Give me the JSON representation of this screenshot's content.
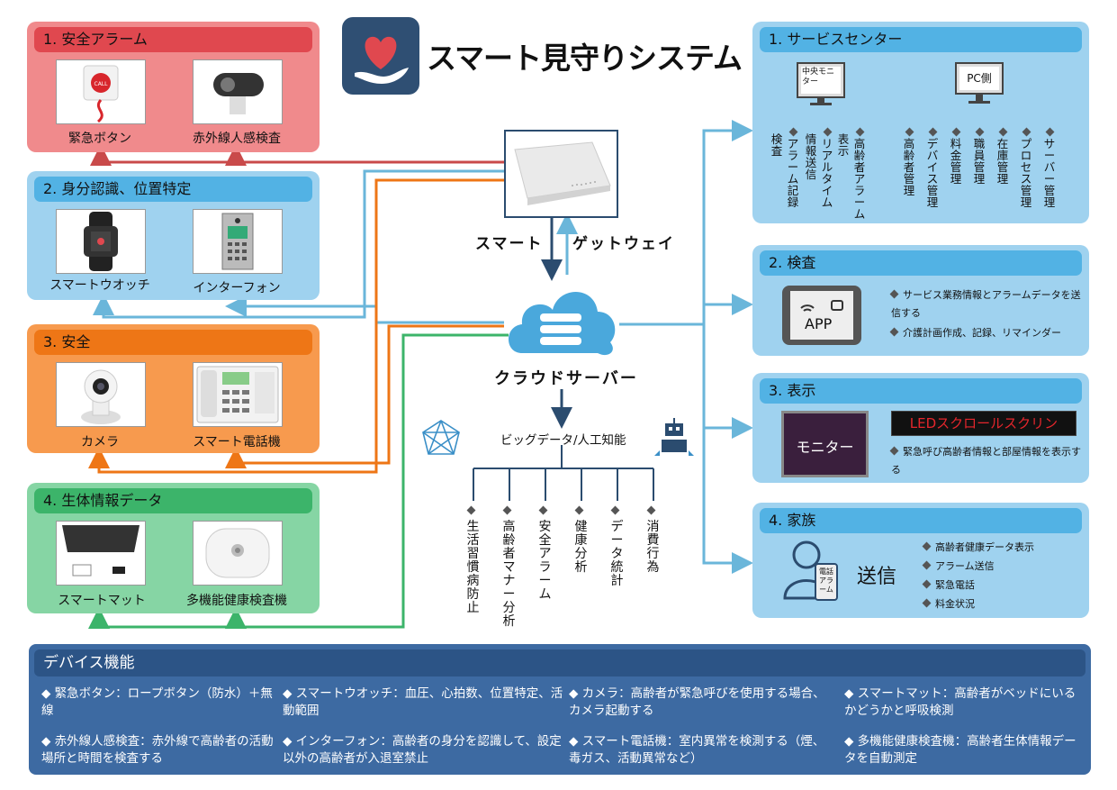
{
  "title": "スマート見守りシステム",
  "left": {
    "alarm": {
      "title": "1. 安全アラーム",
      "items": [
        "緊急ボタン",
        "赤外線人感検査"
      ],
      "button_text": "CALL"
    },
    "identity": {
      "title": "2.  身分認識、位置特定",
      "items": [
        "スマートウオッチ",
        "インターフォン"
      ]
    },
    "safety": {
      "title": "3. 安全",
      "items": [
        "カメラ",
        "スマート電話機"
      ]
    },
    "biometric": {
      "title": "4. 生体情報データ",
      "items": [
        "スマートマット",
        "多機能健康検査機"
      ]
    }
  },
  "center": {
    "gateway_left": "スマート",
    "gateway_right": "ゲットウェイ",
    "cloud": "クラウドサーバー",
    "bigdata": "ビッグデータ/人工知能",
    "analytics": [
      "生活習慣病防止",
      "高齢者マナー分析",
      "安全アラーム",
      "健康分析",
      "データ統計",
      "消費行為"
    ]
  },
  "right": {
    "service": {
      "title": "1. サービスセンター",
      "monitor_label": "中央モニター",
      "pc_label": "PC側",
      "monitor_items": [
        "検査",
        "アラーム記録",
        "情報送信",
        "リアルタイム",
        "表示",
        "高齢者アラーム"
      ],
      "pc_items": [
        "高齢者管理",
        "デバイス管理",
        "料金管理",
        "職員管理",
        "在庫管理",
        "プロセス管理",
        "サーバー管理"
      ]
    },
    "inspection": {
      "title": "2. 検査",
      "app_label": "APP",
      "bullets": [
        "サービス業務情報とアラームデータを送信する",
        "介護計画作成、記録、リマインダー"
      ]
    },
    "display": {
      "title": "3. 表示",
      "monitor_label": "モニター",
      "led": "LEDスクロールスクリン",
      "bullets": [
        "緊急呼び高齢者情報と部屋情報を表示する"
      ]
    },
    "family": {
      "title": "4. 家族",
      "send": "送信",
      "phone_label": "電話 アラーム",
      "bullets": [
        "高齢者健康データ表示",
        "アラーム送信",
        "緊急電話",
        "料金状況"
      ]
    }
  },
  "bottom": {
    "title": "デバイス機能",
    "features": [
      "◆ 緊急ボタン：ロープボタン（防水）＋無線",
      "◆ スマートウオッチ：血圧、心拍数、位置特定、活動範囲",
      "◆ カメラ：高齢者が緊急呼びを使用する場合、カメラ起動する",
      "◆ スマートマット：高齢者がベッドにいるかどうかと呼吸検測",
      "◆ 赤外線人感検査：赤外線で高齢者の活動場所と時間を検査する",
      "◆ インターフォン：高齢者の身分を認識して、設定以外の高齢者が入退室禁止",
      "◆ スマート電話機：室内異常を検測する（煙、毒ガス、活動異常など）",
      "◆ 多機能健康検査機：高齢者生体情報データを自動測定"
    ]
  },
  "colors": {
    "red": "#e0484f",
    "blue": "#52b2e4",
    "orange": "#ee7616",
    "green": "#3cb46a",
    "navy": "#2b4c6f"
  }
}
